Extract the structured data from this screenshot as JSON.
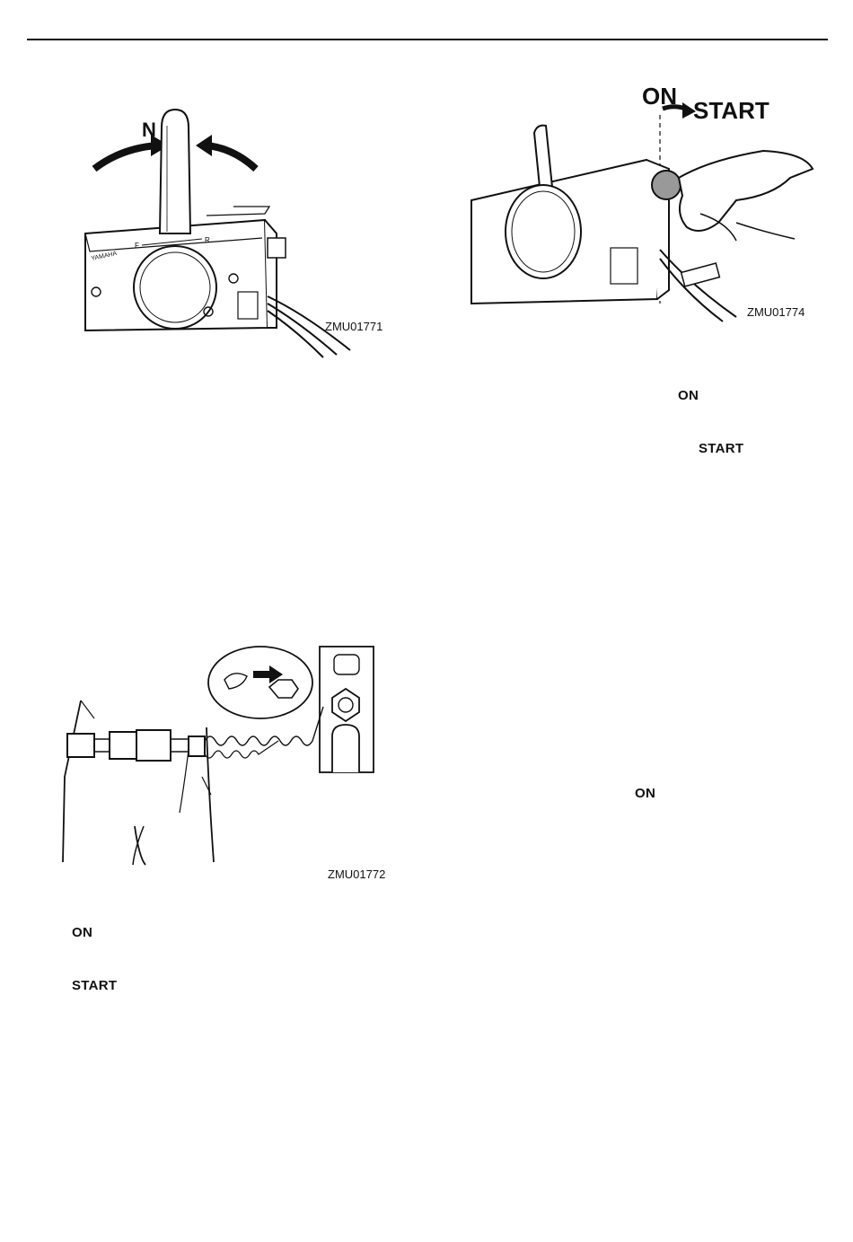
{
  "figures": {
    "lever": {
      "label_n": "N",
      "code": "ZMU01771",
      "badge_f": "F",
      "badge_r": "R"
    },
    "key": {
      "label_on": "ON",
      "label_start": "START",
      "code": "ZMU01774"
    },
    "lanyard": {
      "code": "ZMU01772"
    }
  },
  "symbols": {
    "on_1": "ON",
    "start_1": "START",
    "on_2": "ON",
    "on_3": "ON",
    "start_3": "START"
  }
}
